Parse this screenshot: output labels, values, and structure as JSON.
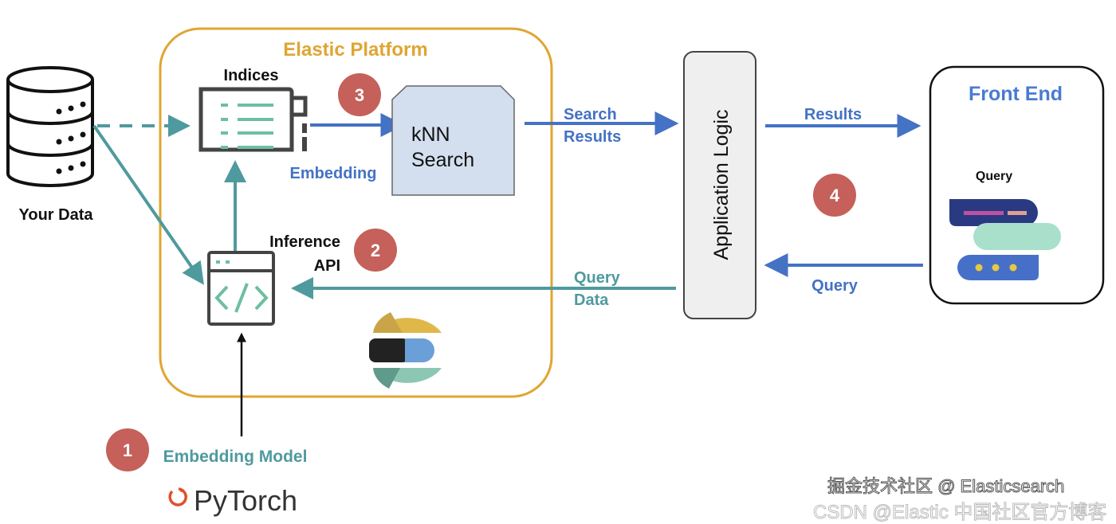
{
  "platform": {
    "title": "Elastic Platform"
  },
  "data_source": {
    "label": "Your Data",
    "icon": "database-icon"
  },
  "indices": {
    "label": "Indices",
    "icon": "index-document-icon"
  },
  "knn": {
    "line1": "kNN",
    "line2": "Search"
  },
  "embedding_label": "Embedding",
  "inference": {
    "line1": "Inference",
    "line2": "API",
    "icon": "code-window-icon"
  },
  "embedding_model": "Embedding Model",
  "pytorch": "PyTorch",
  "query_data": {
    "line1": "Query",
    "line2": "Data"
  },
  "search_results": {
    "line1": "Search",
    "line2": "Results"
  },
  "app_logic": "Application Logic",
  "results_label": "Results",
  "query_label": "Query",
  "front_end": {
    "title": "Front End",
    "query_label": "Query",
    "icon": "chat-bubbles-icon"
  },
  "steps": [
    "1",
    "2",
    "3",
    "4"
  ],
  "watermark": {
    "front": "掘金技术社区 @ Elasticsearch",
    "back": "CSDN @Elastic 中国社区官方博客"
  },
  "colors": {
    "platform_border": "#E0A532",
    "teal": "#4F9A9E",
    "blue": "#4472C4",
    "step_circle": "#C5605A",
    "front_end_title": "#4A7BD0"
  }
}
